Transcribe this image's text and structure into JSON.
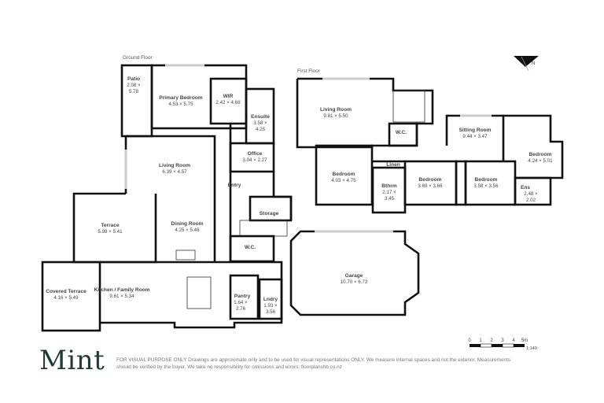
{
  "floors": {
    "ground": {
      "label": "Ground Floor",
      "rooms": [
        {
          "name": "Patio",
          "dims": "2.08 ×",
          "dims2": "5.78"
        },
        {
          "name": "Primary Bedroom",
          "dims": "4.53 × 5.75"
        },
        {
          "name": "WIR",
          "dims": "2.42 × 4.68"
        },
        {
          "name": "Ensuite",
          "dims": "3.58 ×",
          "dims2": "4.25"
        },
        {
          "name": "Office",
          "dims": "3.04 × 2.27"
        },
        {
          "name": "Living Room",
          "dims": "6.39 × 4.57"
        },
        {
          "name": "Entry"
        },
        {
          "name": "Terrace",
          "dims": "5.98 × 5.41"
        },
        {
          "name": "Dining Room",
          "dims": "4.25 × 5.46"
        },
        {
          "name": "Storage"
        },
        {
          "name": "W.C."
        },
        {
          "name": "Covered Terrace",
          "dims": "4.16 × 5.49"
        },
        {
          "name": "Kitchen / Family Room",
          "dims": "9.61 × 5.34"
        },
        {
          "name": "Pantry",
          "dims": "1.64 ×",
          "dims2": "2.76"
        },
        {
          "name": "Lndry",
          "dims": "1.93 ×",
          "dims2": "3.56"
        },
        {
          "name": "Garage",
          "dims": "10.70 × 6.72"
        }
      ]
    },
    "first": {
      "label": "First Floor",
      "rooms": [
        {
          "name": "Living Room",
          "dims": "9.81 × 5.50"
        },
        {
          "name": "W.C."
        },
        {
          "name": "Sitting Room",
          "dims": "9.44 × 3.47"
        },
        {
          "name": "Bedroom",
          "dims": "4.24 × 5.01"
        },
        {
          "name": "Bedroom",
          "dims": "4.03 × 4.75"
        },
        {
          "name": "Linen"
        },
        {
          "name": "Bthrm",
          "dims": "2.17 ×",
          "dims2": "3.45"
        },
        {
          "name": "Bedroom",
          "dims": "3.69 × 3.66"
        },
        {
          "name": "Bedroom",
          "dims": "3.58 × 3.56"
        },
        {
          "name": "Ens",
          "dims": "2.48 ×",
          "dims2": "2.02"
        }
      ]
    }
  },
  "north_arrow": {
    "label": "N",
    "icon": "north-arrow-icon"
  },
  "scale": {
    "ticks": [
      "0",
      "1",
      "2",
      "3",
      "4",
      "5m"
    ],
    "ratio": "1:140"
  },
  "brand": {
    "logo": "Mint",
    "color": "#1f3b33"
  },
  "disclaimer": "FOR VISUAL PURPOSE ONLY Drawings are approximate only and to be used for visual representations ONLY. We measure internal spaces and not the exterior. Measurements should be verified by the buyer. We take no responsibility for omissions and errors. floorplanshb.co.nz"
}
